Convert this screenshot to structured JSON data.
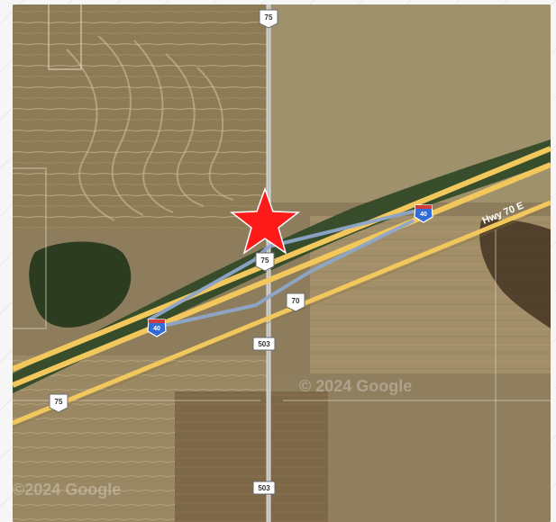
{
  "map": {
    "watermark_center": "© 2024 Google",
    "watermark_corner": "©2024 Google",
    "road_labels": {
      "hwy70e": "Hwy 70 E"
    },
    "shields": {
      "top_75": "75",
      "mid_75": "75",
      "left_75": "75",
      "i40_right": "40",
      "i40_left": "40",
      "us70": "70",
      "cr503_upper": "503",
      "cr503_lower": "503"
    },
    "marker": {
      "type": "star",
      "color": "#ff1a1a"
    },
    "colors": {
      "highway": "#f2c85d",
      "interstate_ramp": "#8ea6c9",
      "road": "#d6d6d6",
      "field_light": "#b9a57d",
      "field_dark": "#6e5d41",
      "forest": "#2f4325"
    }
  }
}
